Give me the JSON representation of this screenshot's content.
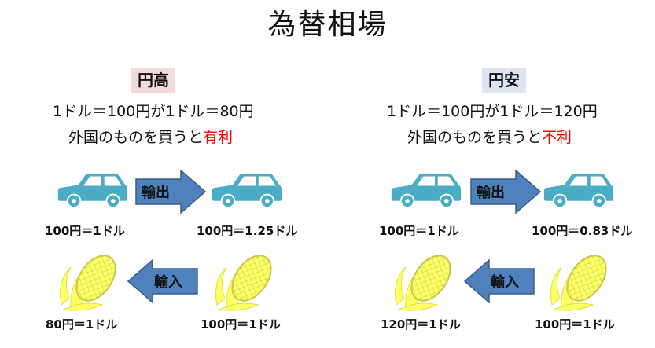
{
  "title": "為替相場",
  "colors": {
    "car": "#4bacc6",
    "corn": "#ffff66",
    "arrow": "#4f81bd",
    "highlight": "#ff0000"
  },
  "left": {
    "badge": "円高",
    "rate_line": "1ドル＝100円が1ドル＝80円",
    "effect_prefix": "外国のものを買うと",
    "effect_highlight": "有利",
    "export_label": "輸出",
    "import_label": "輸入",
    "car_left_price": "100円＝1ドル",
    "car_right_price": "100円＝1.25ドル",
    "corn_left_price": "80円＝1ドル",
    "corn_right_price": "100円＝1ドル"
  },
  "right": {
    "badge": "円安",
    "rate_line": "1ドル＝100円が1ドル＝120円",
    "effect_prefix": "外国のものを買うと",
    "effect_highlight": "不利",
    "export_label": "輸出",
    "import_label": "輸入",
    "car_left_price": "100円＝1ドル",
    "car_right_price": "100円＝0.83ドル",
    "corn_left_price": "120円＝1ドル",
    "corn_right_price": "100円＝1ドル"
  }
}
